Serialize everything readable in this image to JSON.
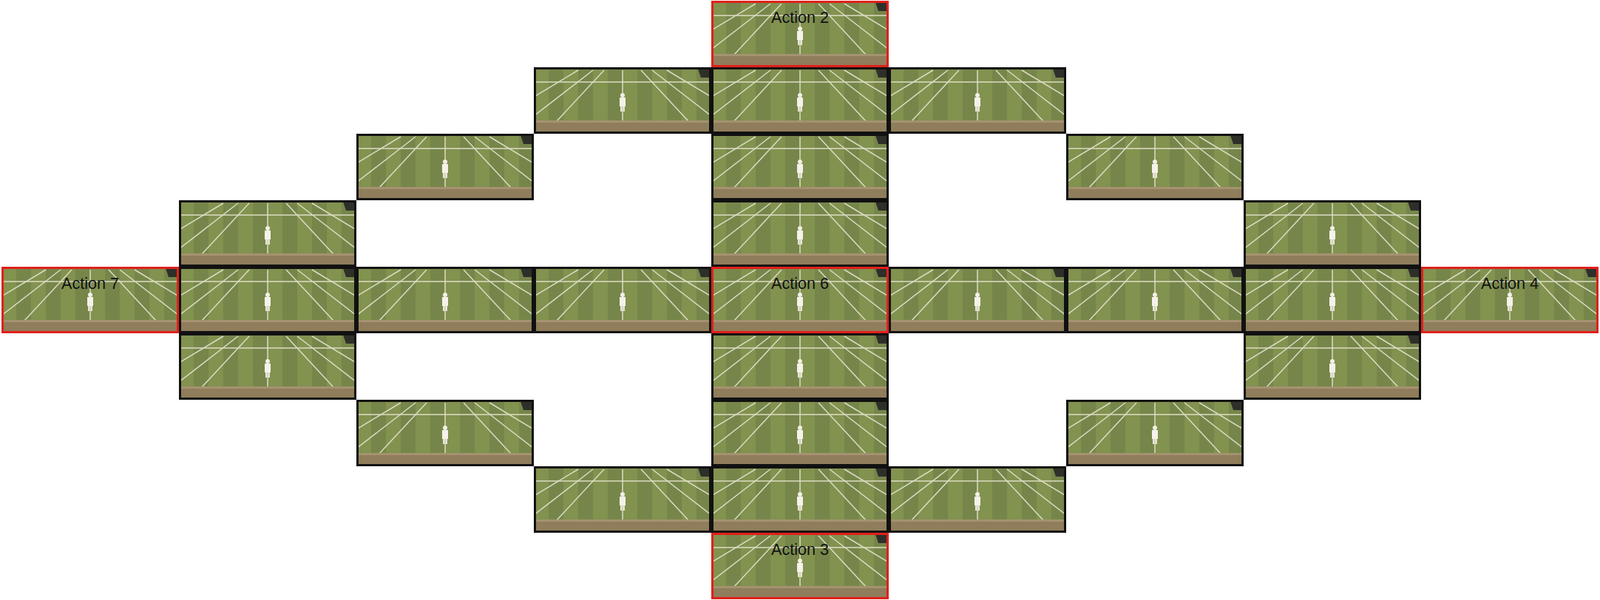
{
  "diagram": {
    "nodes": [
      {
        "text": [
          "Action 2"
        ]
      },
      {
        "text": [
          "Action 7"
        ]
      },
      {
        "text": [
          "Action 6"
        ]
      },
      {
        "text": [
          "Action 4"
        ]
      },
      {
        "text": [
          "Action 3"
        ]
      }
    ]
  }
}
